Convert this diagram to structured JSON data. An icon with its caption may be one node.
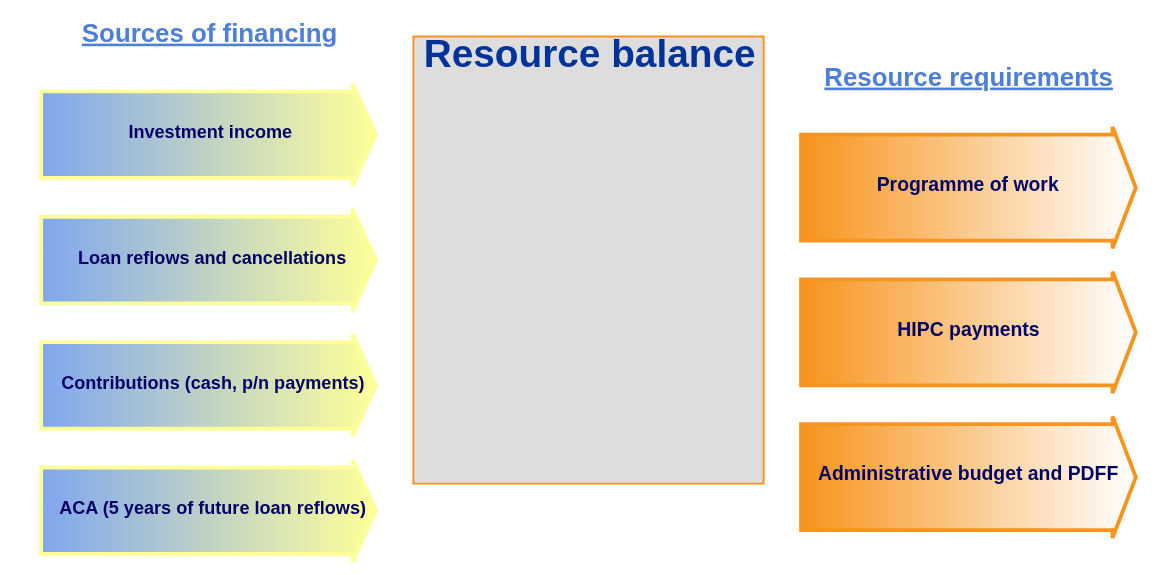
{
  "diagram": {
    "nodes": [
      {
        "text": [
          "Investment income"
        ]
      },
      {
        "text": [
          "Loan reflows and cancellations"
        ]
      },
      {
        "text": [
          "Contributions (cash, p/n payments)"
        ]
      },
      {
        "text": [
          "ACA (5 years of future loan reflows)"
        ]
      },
      {
        "text": [
          "Resource balance"
        ]
      },
      {
        "text": [
          "Programme of work"
        ]
      },
      {
        "text": [
          "HIPC payments"
        ]
      },
      {
        "text": [
          "Administrative budget and PDFF"
        ]
      }
    ],
    "edges": [],
    "labels": [
      "Sources of financing",
      "Resource requirements"
    ]
  }
}
